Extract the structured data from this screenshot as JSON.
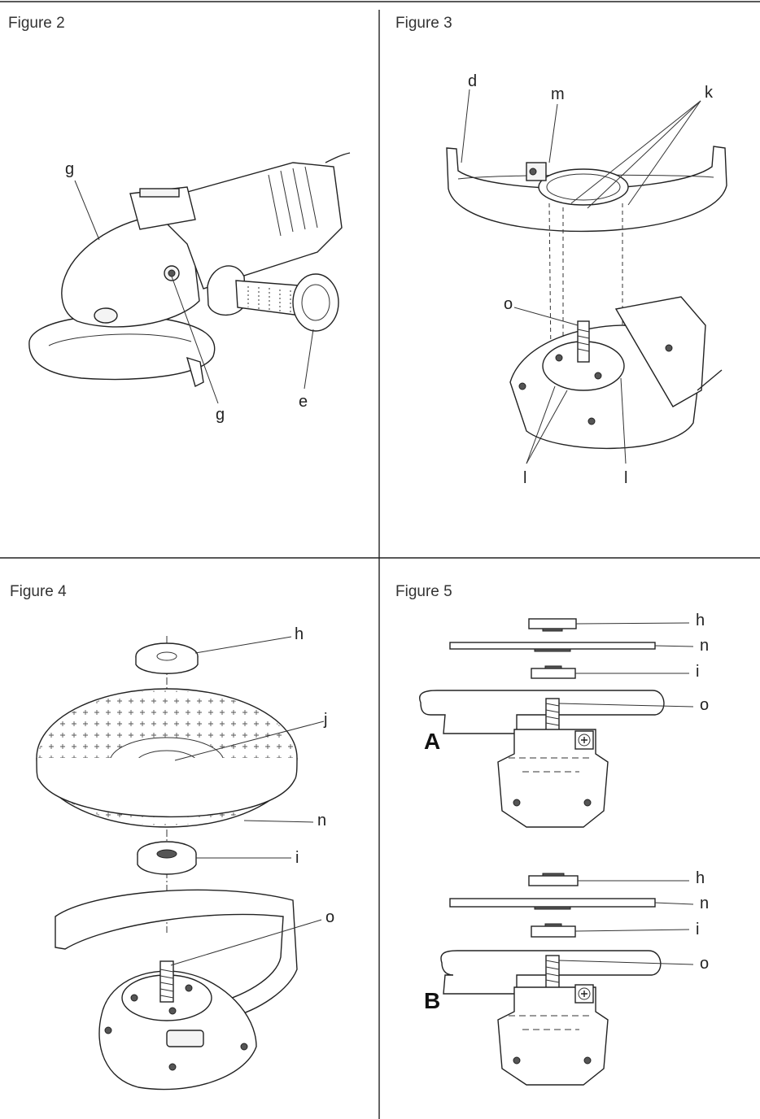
{
  "figures": [
    {
      "title": "Figure 2",
      "labels": [
        "g",
        "g",
        "e"
      ]
    },
    {
      "title": "Figure 3",
      "labels": [
        "d",
        "m",
        "k",
        "o",
        "l",
        "l"
      ]
    },
    {
      "title": "Figure 4",
      "labels": [
        "h",
        "j",
        "n",
        "i",
        "o"
      ]
    },
    {
      "title": "Figure 5",
      "labels": [
        "h",
        "n",
        "i",
        "o",
        "A",
        "h",
        "n",
        "i",
        "o",
        "B"
      ]
    }
  ]
}
